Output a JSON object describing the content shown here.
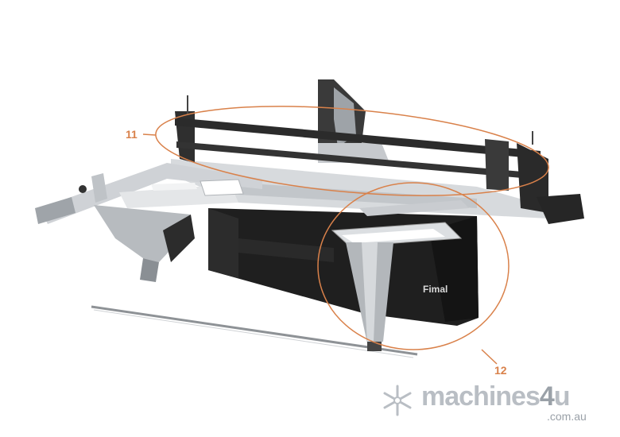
{
  "callouts": {
    "fence": {
      "label": "11"
    },
    "support": {
      "label": "12"
    }
  },
  "brand": {
    "machine_badge": "Fimal"
  },
  "watermark": {
    "name_main": "machines",
    "name_digit": "4",
    "name_tail": "u",
    "domain": ".com.au"
  },
  "colors": {
    "callout": "#d9814a",
    "frame_dark": "#2b2b2b",
    "aluminium": "#c9ccd0",
    "body_black": "#1e1e1e",
    "watermark": "#b9bec4"
  }
}
